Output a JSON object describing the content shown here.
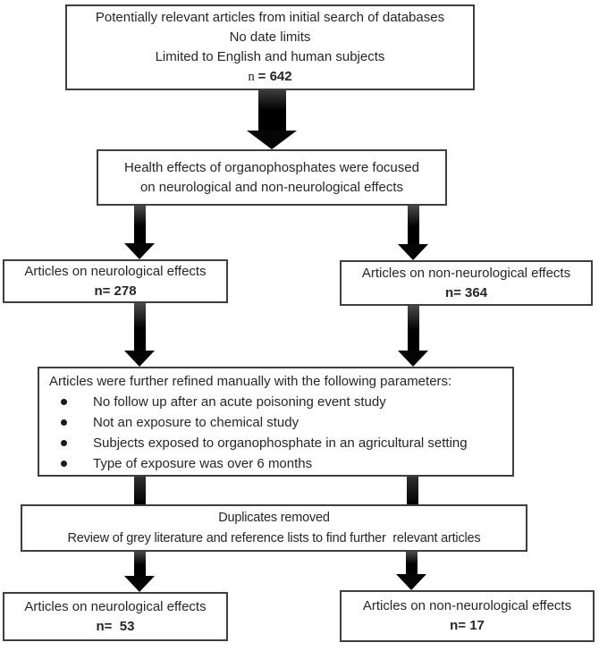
{
  "colors": {
    "background": "#ffffff",
    "box_border": "#3f3f3f",
    "arrow": "#050505",
    "text": "#262626"
  },
  "boxes": {
    "initial_search": {
      "lines": [
        "Potentially relevant articles from initial search of databases",
        "No date limits",
        "Limited to English and human subjects"
      ],
      "n_prefix": "n ",
      "n_bold": "= 642"
    },
    "focus": {
      "lines": [
        "Health effects of organophosphates were focused",
        "on neurological and non-neurological effects"
      ]
    },
    "neuro_initial": {
      "title": "Articles on neurological effects",
      "n_bold": "n= 278"
    },
    "non_neuro_initial": {
      "title": "Articles on non-neurological effects",
      "n_bold": "n= 364"
    },
    "refine": {
      "header": "Articles were further refined manually with the following parameters:",
      "bullets": [
        "No follow up after an acute poisoning event study",
        "Not an exposure to chemical study",
        "Subjects exposed to organophosphate in an agricultural setting",
        "Type of exposure was over 6 months"
      ]
    },
    "duplicates": {
      "lines": [
        "Duplicates removed",
        "Review of grey literature and reference lists to find further  relevant articles"
      ]
    },
    "neuro_final": {
      "title": "Articles on neurological effects",
      "n_bold": "n=  53"
    },
    "non_neuro_final": {
      "title": "Articles on non-neurological effects",
      "n_bold": "n= 17"
    }
  }
}
